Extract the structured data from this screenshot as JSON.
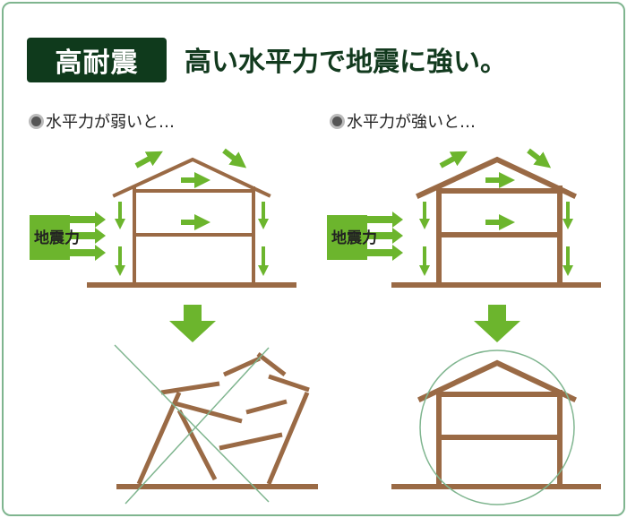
{
  "badge": "高耐震",
  "headline": "高い水平力で地震に強い。",
  "left_caption": "水平力が弱いと…",
  "right_caption": "水平力が強いと…",
  "force_label": "地震力",
  "colors": {
    "frame": "#7fb58f",
    "badge": "#0f3a1c",
    "wood": "#9a6a45",
    "arrow": "#6cb52d",
    "circle": "#7fb58f"
  }
}
